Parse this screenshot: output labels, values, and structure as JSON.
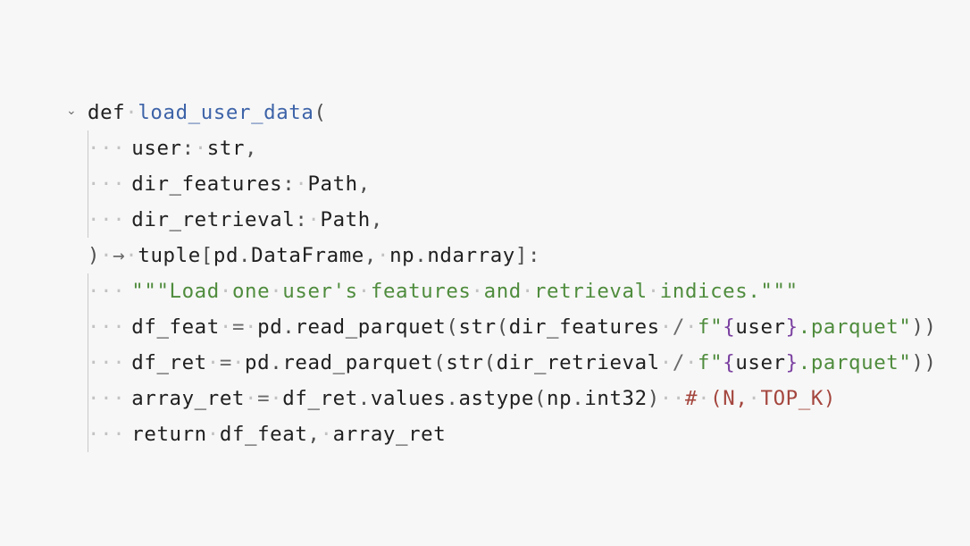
{
  "code_lines": [
    {
      "tokens": [
        {
          "t": "def",
          "c": "kw"
        },
        {
          "t": " ",
          "c": "space"
        },
        {
          "t": "load_user_data",
          "c": "fn"
        },
        {
          "t": "(",
          "c": "punc"
        }
      ],
      "indent": 0,
      "fold": true
    },
    {
      "tokens": [
        {
          "t": "user",
          "c": "name"
        },
        {
          "t": ":",
          "c": "punc"
        },
        {
          "t": " ",
          "c": "space"
        },
        {
          "t": "str",
          "c": "type"
        },
        {
          "t": ",",
          "c": "punc"
        }
      ],
      "indent": 1
    },
    {
      "tokens": [
        {
          "t": "dir_features",
          "c": "name"
        },
        {
          "t": ":",
          "c": "punc"
        },
        {
          "t": " ",
          "c": "space"
        },
        {
          "t": "Path",
          "c": "type"
        },
        {
          "t": ",",
          "c": "punc"
        }
      ],
      "indent": 1
    },
    {
      "tokens": [
        {
          "t": "dir_retrieval",
          "c": "name"
        },
        {
          "t": ":",
          "c": "punc"
        },
        {
          "t": " ",
          "c": "space"
        },
        {
          "t": "Path",
          "c": "type"
        },
        {
          "t": ",",
          "c": "punc"
        }
      ],
      "indent": 1
    },
    {
      "tokens": [
        {
          "t": ")",
          "c": "punc"
        },
        {
          "t": " ",
          "c": "space"
        },
        {
          "t": "→",
          "c": "op"
        },
        {
          "t": " ",
          "c": "space"
        },
        {
          "t": "tuple",
          "c": "type"
        },
        {
          "t": "[",
          "c": "punc"
        },
        {
          "t": "pd",
          "c": "name"
        },
        {
          "t": ".",
          "c": "punc"
        },
        {
          "t": "DataFrame",
          "c": "type"
        },
        {
          "t": ",",
          "c": "punc"
        },
        {
          "t": " ",
          "c": "space"
        },
        {
          "t": "np",
          "c": "name"
        },
        {
          "t": ".",
          "c": "punc"
        },
        {
          "t": "ndarray",
          "c": "type"
        },
        {
          "t": "]",
          "c": "punc"
        },
        {
          "t": ":",
          "c": "punc"
        }
      ],
      "indent": 0,
      "outdent": true
    },
    {
      "tokens": [
        {
          "t": "\"\"\"Load",
          "c": "str"
        },
        {
          "t": " ",
          "c": "space"
        },
        {
          "t": "one",
          "c": "str"
        },
        {
          "t": " ",
          "c": "space"
        },
        {
          "t": "user's",
          "c": "str"
        },
        {
          "t": " ",
          "c": "space"
        },
        {
          "t": "features",
          "c": "str"
        },
        {
          "t": " ",
          "c": "space"
        },
        {
          "t": "and",
          "c": "str"
        },
        {
          "t": " ",
          "c": "space"
        },
        {
          "t": "retrieval",
          "c": "str"
        },
        {
          "t": " ",
          "c": "space"
        },
        {
          "t": "indices.\"\"\"",
          "c": "str"
        }
      ],
      "indent": 1
    },
    {
      "tokens": [
        {
          "t": "df_feat",
          "c": "name"
        },
        {
          "t": " ",
          "c": "space"
        },
        {
          "t": "=",
          "c": "op"
        },
        {
          "t": " ",
          "c": "space"
        },
        {
          "t": "pd",
          "c": "name"
        },
        {
          "t": ".",
          "c": "punc"
        },
        {
          "t": "read_parquet",
          "c": "name"
        },
        {
          "t": "(",
          "c": "punc"
        },
        {
          "t": "str",
          "c": "type"
        },
        {
          "t": "(",
          "c": "punc"
        },
        {
          "t": "dir_features",
          "c": "name"
        },
        {
          "t": " ",
          "c": "space"
        },
        {
          "t": "/",
          "c": "op"
        },
        {
          "t": " ",
          "c": "space"
        },
        {
          "t": "f\"",
          "c": "str"
        },
        {
          "t": "{",
          "c": "brace"
        },
        {
          "t": "user",
          "c": "name"
        },
        {
          "t": "}",
          "c": "brace"
        },
        {
          "t": ".parquet\"",
          "c": "str"
        },
        {
          "t": "))",
          "c": "punc"
        }
      ],
      "indent": 1
    },
    {
      "tokens": [
        {
          "t": "df_ret",
          "c": "name"
        },
        {
          "t": " ",
          "c": "space"
        },
        {
          "t": "=",
          "c": "op"
        },
        {
          "t": " ",
          "c": "space"
        },
        {
          "t": "pd",
          "c": "name"
        },
        {
          "t": ".",
          "c": "punc"
        },
        {
          "t": "read_parquet",
          "c": "name"
        },
        {
          "t": "(",
          "c": "punc"
        },
        {
          "t": "str",
          "c": "type"
        },
        {
          "t": "(",
          "c": "punc"
        },
        {
          "t": "dir_retrieval",
          "c": "name"
        },
        {
          "t": " ",
          "c": "space"
        },
        {
          "t": "/",
          "c": "op"
        },
        {
          "t": " ",
          "c": "space"
        },
        {
          "t": "f\"",
          "c": "str"
        },
        {
          "t": "{",
          "c": "brace"
        },
        {
          "t": "user",
          "c": "name"
        },
        {
          "t": "}",
          "c": "brace"
        },
        {
          "t": ".parquet\"",
          "c": "str"
        },
        {
          "t": "))",
          "c": "punc"
        }
      ],
      "indent": 1
    },
    {
      "tokens": [
        {
          "t": "array_ret",
          "c": "name"
        },
        {
          "t": " ",
          "c": "space"
        },
        {
          "t": "=",
          "c": "op"
        },
        {
          "t": " ",
          "c": "space"
        },
        {
          "t": "df_ret",
          "c": "name"
        },
        {
          "t": ".",
          "c": "punc"
        },
        {
          "t": "values",
          "c": "name"
        },
        {
          "t": ".",
          "c": "punc"
        },
        {
          "t": "astype",
          "c": "name"
        },
        {
          "t": "(",
          "c": "punc"
        },
        {
          "t": "np",
          "c": "name"
        },
        {
          "t": ".",
          "c": "punc"
        },
        {
          "t": "int32",
          "c": "name"
        },
        {
          "t": ")",
          "c": "punc"
        },
        {
          "t": " ",
          "c": "space"
        },
        {
          "t": " ",
          "c": "space"
        },
        {
          "t": "#",
          "c": "com"
        },
        {
          "t": " ",
          "c": "space"
        },
        {
          "t": "(N,",
          "c": "com"
        },
        {
          "t": " ",
          "c": "space"
        },
        {
          "t": "TOP_K)",
          "c": "com"
        }
      ],
      "indent": 1
    },
    {
      "tokens": [
        {
          "t": "return",
          "c": "kw"
        },
        {
          "t": " ",
          "c": "space"
        },
        {
          "t": "df_feat",
          "c": "name"
        },
        {
          "t": ",",
          "c": "punc"
        },
        {
          "t": " ",
          "c": "space"
        },
        {
          "t": "array_ret",
          "c": "name"
        }
      ],
      "indent": 1
    }
  ],
  "icons": {
    "fold": "chevron-fold-icon"
  }
}
